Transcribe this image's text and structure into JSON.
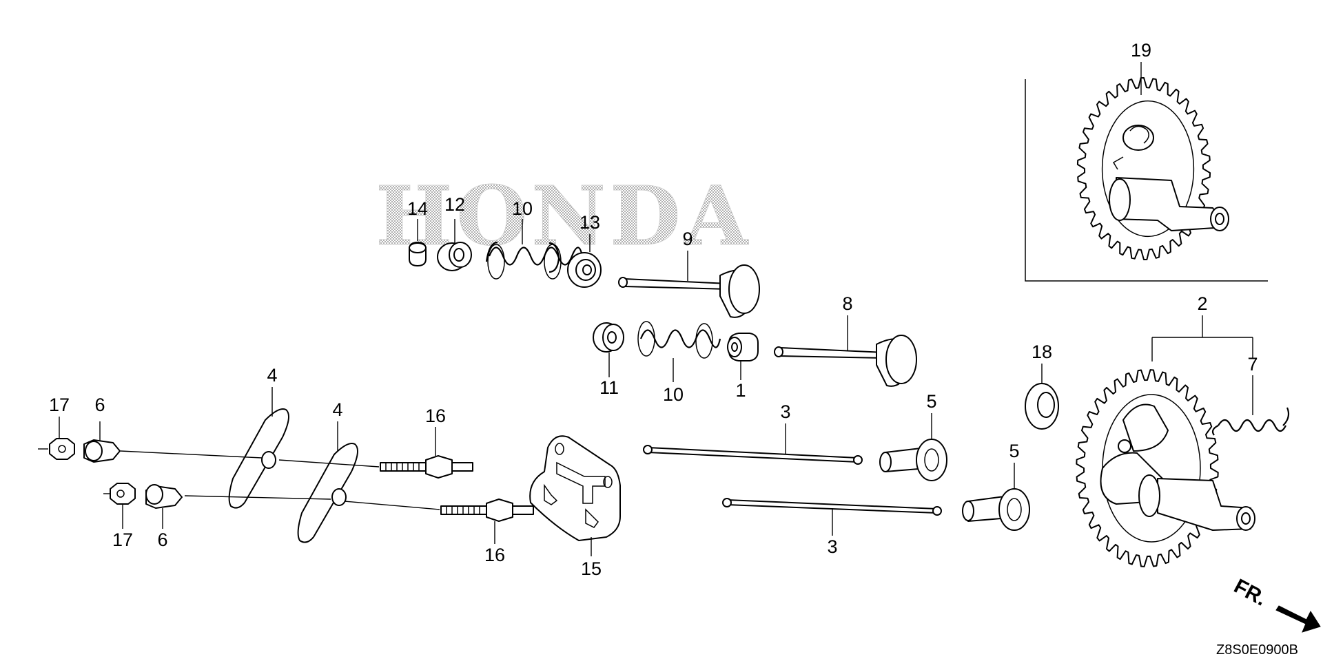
{
  "watermark": {
    "brand": "HONDA"
  },
  "diagram_code": "Z8S0E0900B",
  "front_marker": "FR.",
  "callouts": {
    "c1": "1",
    "c2": "2",
    "c3a": "3",
    "c3b": "3",
    "c4a": "4",
    "c4b": "4",
    "c5a": "5",
    "c5b": "5",
    "c6a": "6",
    "c6b": "6",
    "c7": "7",
    "c8": "8",
    "c9": "9",
    "c10a": "10",
    "c10b": "10",
    "c11": "11",
    "c12": "12",
    "c13": "13",
    "c14": "14",
    "c15": "15",
    "c16a": "16",
    "c16b": "16",
    "c17a": "17",
    "c17b": "17",
    "c18": "18",
    "c19": "19"
  }
}
